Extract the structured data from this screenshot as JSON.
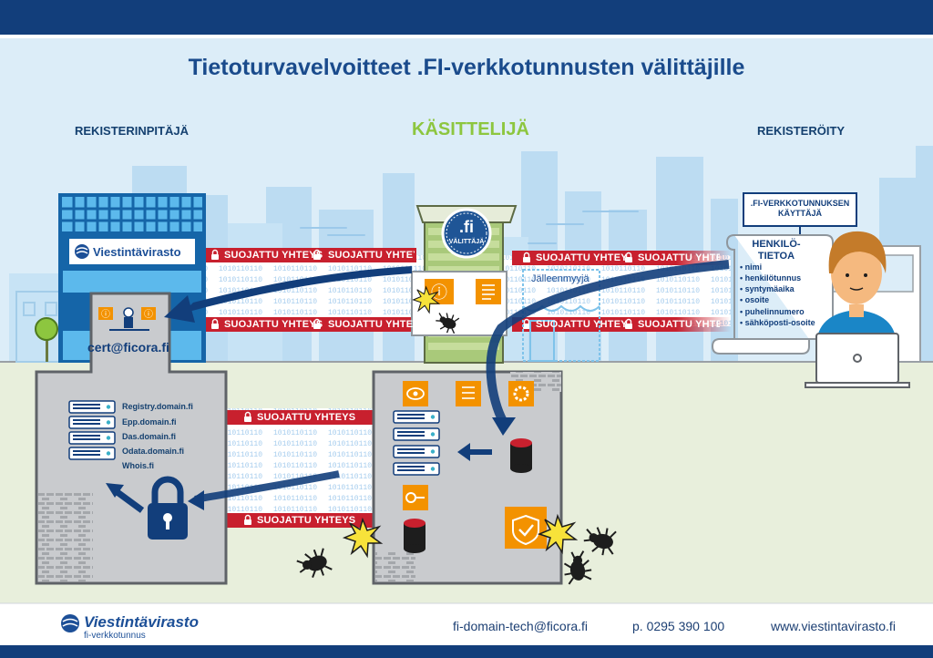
{
  "title": "Tietoturvavelvoitteet .FI-verkkotunnusten välittäjille",
  "roles": {
    "left": "REKISTERINPITÄJÄ",
    "center": "KÄSITTELIJÄ",
    "right": "REKISTERÖITY"
  },
  "registry_holder": {
    "building_logo": "Viestintävirasto",
    "email": "cert@ficora.fi",
    "servers": [
      "Registry.domain.fi",
      "Epp.domain.fi",
      "Das.domain.fi",
      "Odata.domain.fi",
      "Whois.fi"
    ]
  },
  "banner_text": "SUOJATTU YHTEYS",
  "processor": {
    "badge_main": ".fi",
    "badge_sub": "VÄLITTÄJÄ",
    "reseller": "Jälleenmyyjä"
  },
  "registrant": {
    "sign": ".FI-VERKKOTUNNUKSEN KÄYTTÄJÄ",
    "personal_data_title": "HENKILÖ-TIETOA",
    "personal_data_items": [
      "nimi",
      "henkilötunnus",
      "syntymäaika",
      "osoite",
      "puhelinnumero",
      "sähköposti-osoite"
    ]
  },
  "footer": {
    "logo": "Viestintävirasto",
    "logo_sub": "fi-verkkotunnus",
    "email": "fi-domain-tech@ficora.fi",
    "phone": "p. 0295 390 100",
    "web": "www.viestintavirasto.fi"
  },
  "colors": {
    "navy": "#123e7b",
    "sky": "#dcedf8",
    "ground": "#e8efdc",
    "banner_red": "#c8202e",
    "orange": "#f39200",
    "bunker": "#c9cbce",
    "green_accent": "#8dc63f"
  }
}
